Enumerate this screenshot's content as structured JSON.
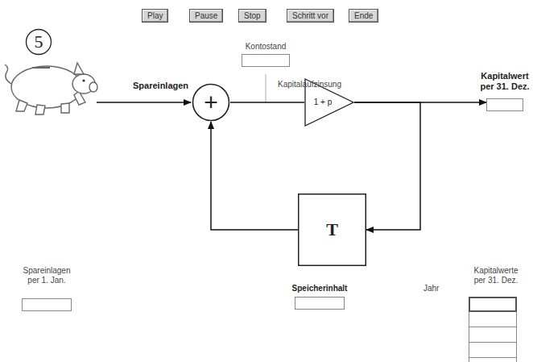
{
  "diagram": {
    "nodes": [
      {
        "text": [
          "Play"
        ]
      },
      {
        "text": [
          "Pause"
        ]
      },
      {
        "text": [
          "Stop"
        ]
      },
      {
        "text": [
          "Schritt vor"
        ]
      },
      {
        "text": [
          "Ende"
        ]
      },
      {
        "text": [
          "5"
        ]
      },
      {
        "text": [
          "Kontostand"
        ]
      },
      {
        "text": [
          "+"
        ]
      },
      {
        "text": [
          "1 + p"
        ]
      },
      {
        "text": [
          "Kapitalwert per 31. Dez."
        ]
      },
      {
        "text": [
          "T"
        ]
      },
      {
        "text": [
          "Spareinlagen per 1. Jan."
        ]
      },
      {
        "text": [
          "Speicherinhalt"
        ]
      },
      {
        "text": [
          "Kapitalwerte per 31. Dez."
        ]
      }
    ],
    "edges": [
      {
        "from": 7,
        "to": 8,
        "arrow": "none"
      },
      {
        "from": 8,
        "to": 10,
        "arrow": "to"
      },
      {
        "from": 10,
        "to": 7,
        "arrow": "to"
      }
    ],
    "labels": [
      "Spareinlagen",
      "Kapitalaufzinsung",
      "Jahr"
    ]
  }
}
